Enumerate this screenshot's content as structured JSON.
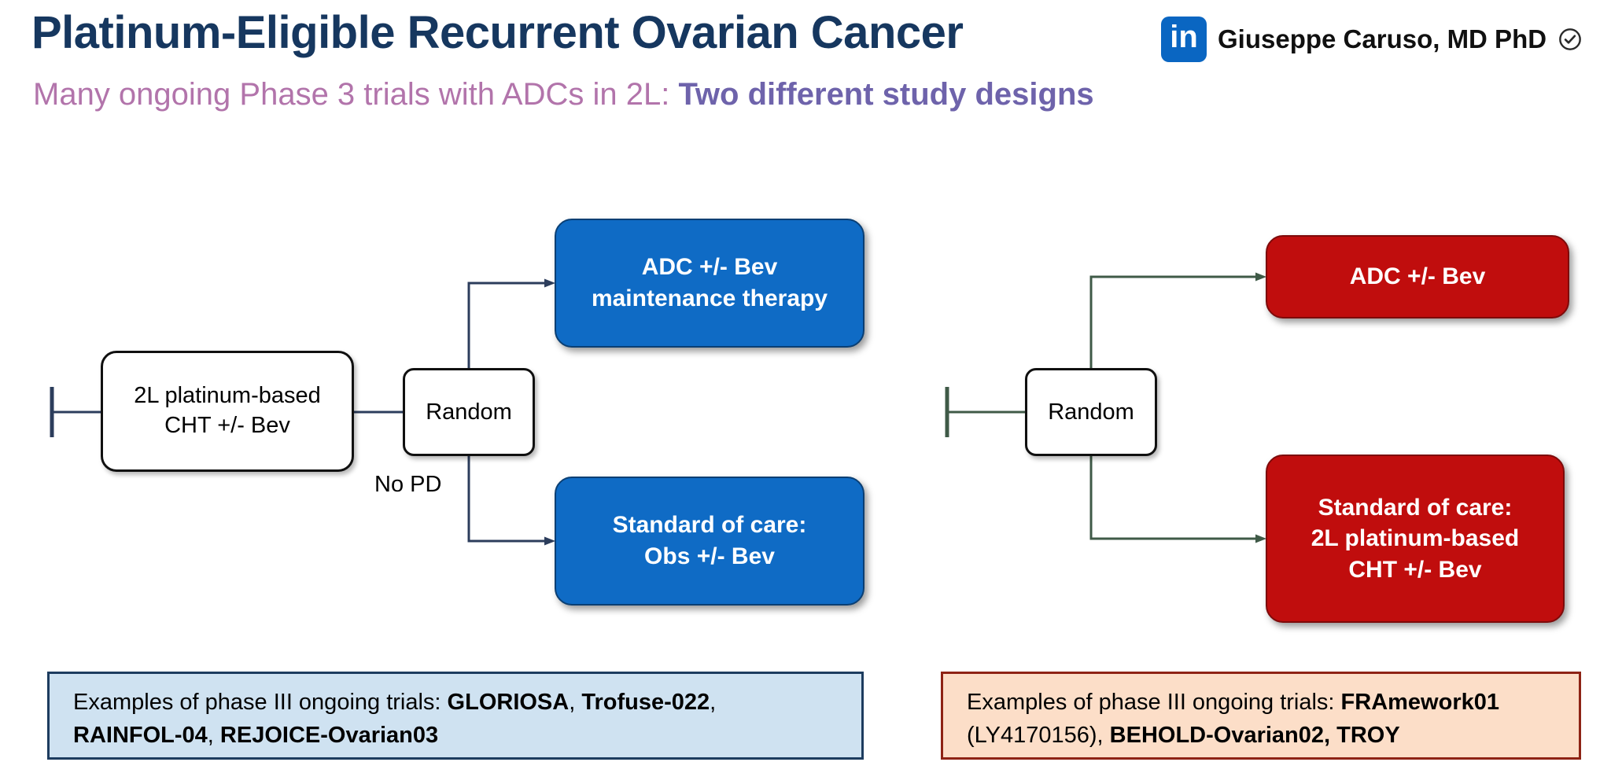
{
  "colors": {
    "title_navy": "#16375f",
    "subtitle_plum": "#b274ab",
    "subtitle_purple": "#6e63ab",
    "arm_blue": "#0f6bc5",
    "arm_red": "#c00d0d",
    "connector_navy": "#2c3d5c",
    "connector_green": "#3f5a47",
    "note_blue_bg": "#cfe2f1",
    "note_blue_border": "#1d3c5f",
    "note_peach_bg": "#fcdec8",
    "note_peach_border": "#8e2315",
    "linkedin_blue": "#0a66c2"
  },
  "header": {
    "title": "Platinum-Eligible Recurrent Ovarian Cancer",
    "subtitle_prefix": "Many ongoing Phase 3 trials with ADCs in 2L: ",
    "subtitle_bold": "Two different study designs",
    "linkedin_icon": "in",
    "author": "Giuseppe Caruso, MD PhD"
  },
  "left_design": {
    "entry_line1": "2L platinum-based",
    "entry_line2": "CHT +/- Bev",
    "random_label": "Random",
    "no_pd_label": "No PD",
    "arm_top_line1": "ADC +/- Bev",
    "arm_top_line2": "maintenance therapy",
    "arm_bottom_line1": "Standard of care:",
    "arm_bottom_line2": "Obs +/- Bev"
  },
  "right_design": {
    "random_label": "Random",
    "arm_top": "ADC +/- Bev",
    "arm_bottom_line1": "Standard of care:",
    "arm_bottom_line2": "2L platinum-based",
    "arm_bottom_line3": "CHT +/- Bev"
  },
  "footnotes": {
    "left": {
      "s1": "Examples of phase III ongoing trials: ",
      "s2": "GLORIOSA",
      "s3": ", ",
      "s4": "Trofuse-022",
      "s5": ",",
      "s6": "RAINFOL-04",
      "s7": ", ",
      "s8": "REJOICE-Ovarian03"
    },
    "right": {
      "s1": "Examples of phase III ongoing trials: ",
      "s2": "FRAmework01",
      "s3": "(LY4170156), ",
      "s4": "BEHOLD-Ovarian02, TROY"
    }
  }
}
